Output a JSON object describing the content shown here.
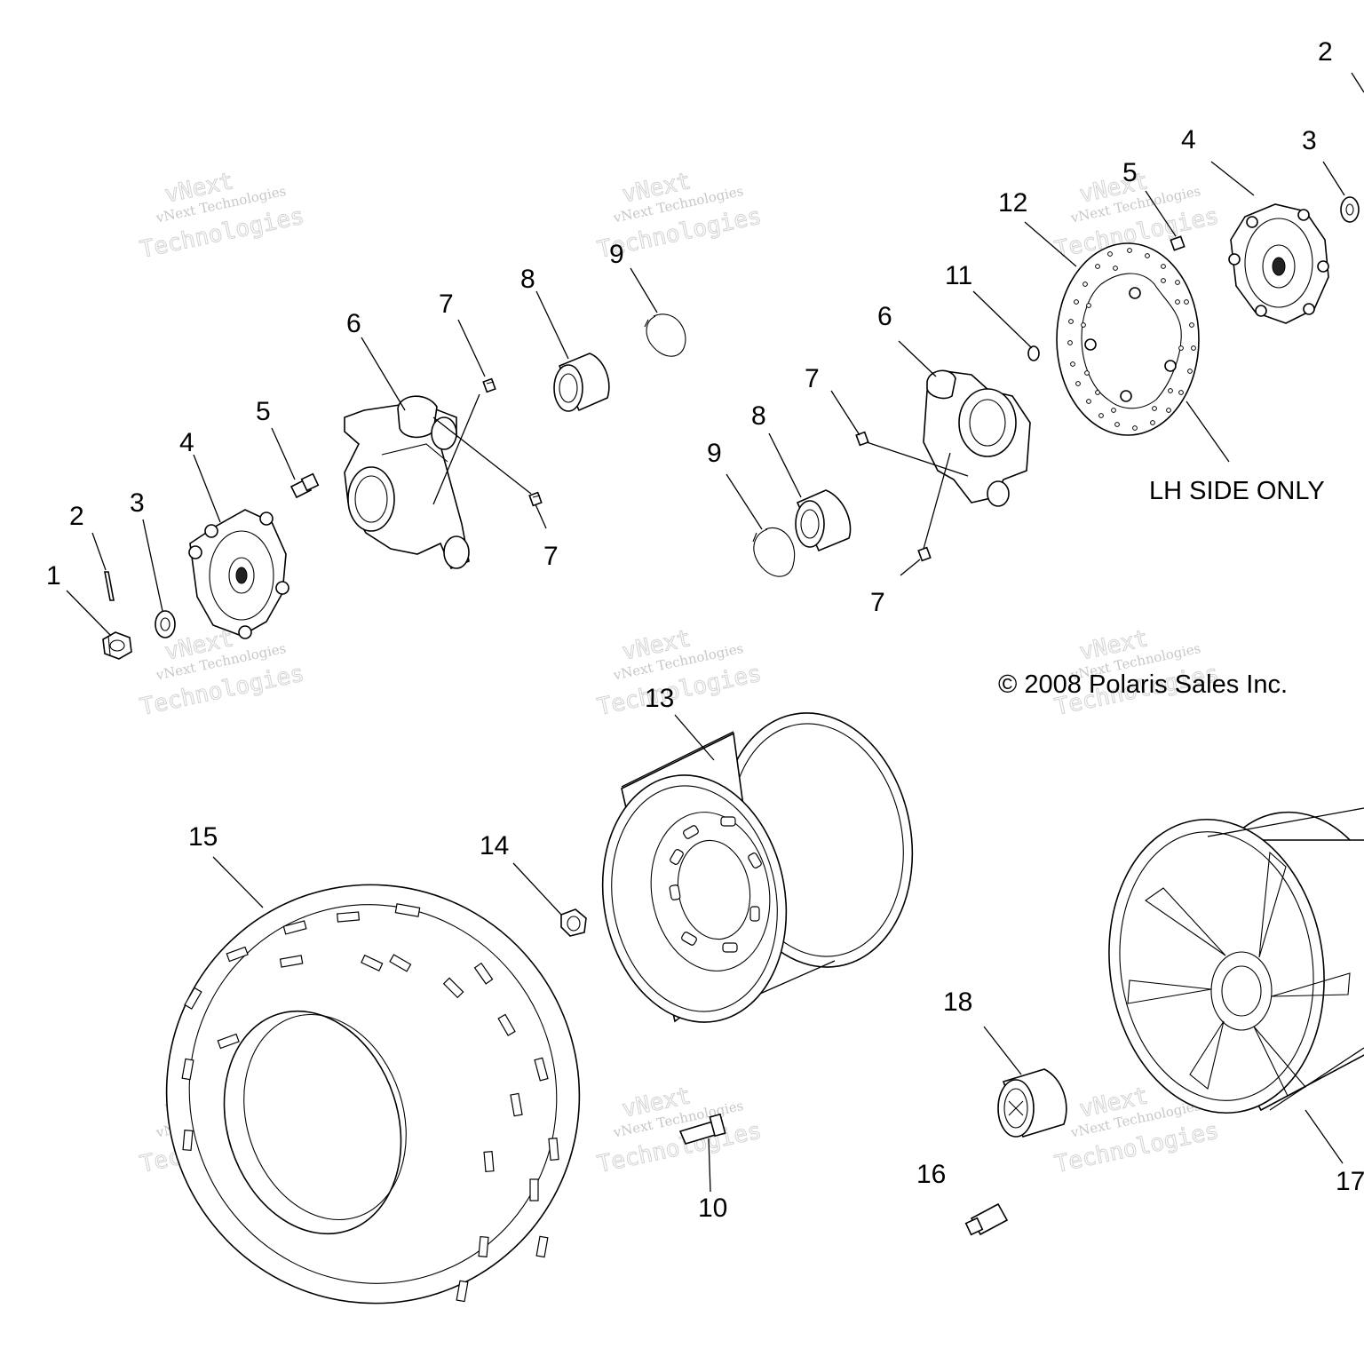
{
  "callouts": [
    {
      "id": "c1",
      "text": "1"
    },
    {
      "id": "c2a",
      "text": "2"
    },
    {
      "id": "c2b",
      "text": "2"
    },
    {
      "id": "c3a",
      "text": "3"
    },
    {
      "id": "c3b",
      "text": "3"
    },
    {
      "id": "c4a",
      "text": "4"
    },
    {
      "id": "c4b",
      "text": "4"
    },
    {
      "id": "c5a",
      "text": "5"
    },
    {
      "id": "c5b",
      "text": "5"
    },
    {
      "id": "c6a",
      "text": "6"
    },
    {
      "id": "c6b",
      "text": "6"
    },
    {
      "id": "c7a",
      "text": "7"
    },
    {
      "id": "c7b",
      "text": "7"
    },
    {
      "id": "c7c",
      "text": "7"
    },
    {
      "id": "c7d",
      "text": "7"
    },
    {
      "id": "c8a",
      "text": "8"
    },
    {
      "id": "c8b",
      "text": "8"
    },
    {
      "id": "c9a",
      "text": "9"
    },
    {
      "id": "c9b",
      "text": "9"
    },
    {
      "id": "c10",
      "text": "10"
    },
    {
      "id": "c11",
      "text": "11"
    },
    {
      "id": "c12",
      "text": "12"
    },
    {
      "id": "c13",
      "text": "13"
    },
    {
      "id": "c14",
      "text": "14"
    },
    {
      "id": "c15",
      "text": "15"
    },
    {
      "id": "c16",
      "text": "16"
    },
    {
      "id": "c17",
      "text": "17"
    },
    {
      "id": "c18",
      "text": "18"
    }
  ],
  "notes": {
    "lh_side_only": "LH SIDE ONLY",
    "copyright": "© 2008 Polaris Sales Inc."
  },
  "watermark": {
    "line1": "vNext Technologies",
    "line2": "Technologies",
    "line3": "vNext"
  },
  "colors": {
    "ink": "#000000",
    "watermark": "#b5b5b5",
    "background": "#ffffff"
  }
}
